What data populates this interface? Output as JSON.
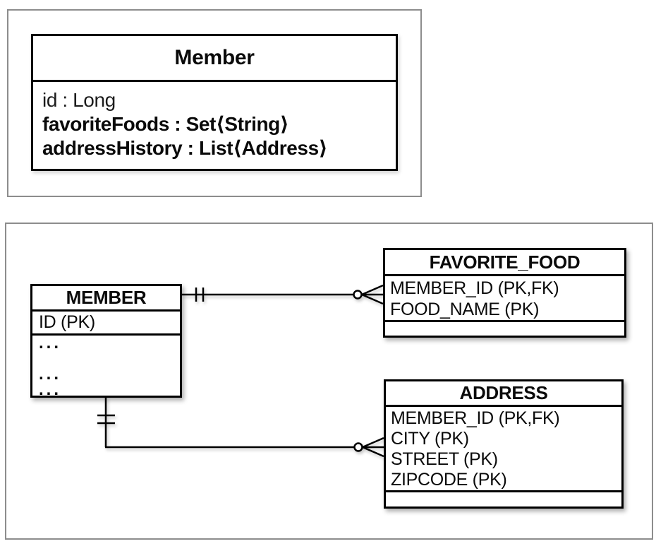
{
  "uml_class_panel": {
    "class": {
      "name": "Member",
      "attributes": [
        "id : Long",
        "favoriteFoods : Set⟨String⟩",
        "addressHistory : List⟨Address⟩"
      ]
    }
  },
  "er_panel": {
    "member_table": {
      "title": "MEMBER",
      "key_column": "ID (PK)",
      "ellipsis_rows": [
        "...",
        "",
        "...",
        "..."
      ]
    },
    "favorite_food_table": {
      "title": "FAVORITE_FOOD",
      "columns": [
        "MEMBER_ID (PK,FK)",
        "FOOD_NAME (PK)"
      ]
    },
    "address_table": {
      "title": "ADDRESS",
      "columns": [
        "MEMBER_ID (PK,FK)",
        "CITY (PK)",
        "STREET (PK)",
        "ZIPCODE (PK)"
      ]
    },
    "relationships": [
      {
        "from": "MEMBER",
        "to": "FAVORITE_FOOD",
        "from_cardinality": "one-and-only-one",
        "to_cardinality": "zero-or-many"
      },
      {
        "from": "MEMBER",
        "to": "ADDRESS",
        "from_cardinality": "one-and-only-one",
        "to_cardinality": "zero-or-many"
      }
    ]
  },
  "colors": {
    "line": "#000000",
    "panel_border": "#8d8d8d",
    "text": "#0a0a0a"
  }
}
